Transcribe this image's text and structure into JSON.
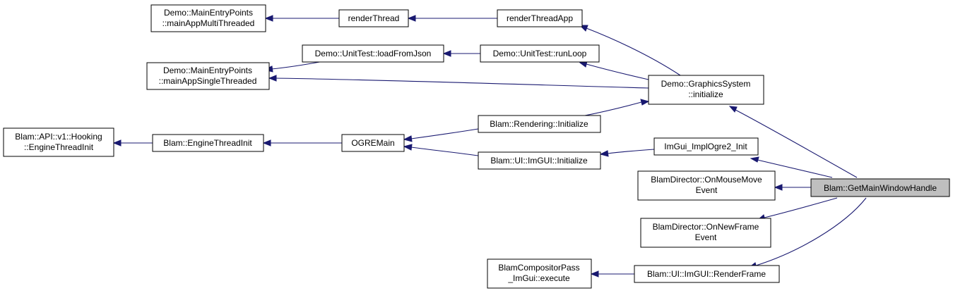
{
  "graph": {
    "colors": {
      "edge": "#191970",
      "node_border": "#000000",
      "node_fill": "#ffffff",
      "highlight_fill": "#bfbfbf"
    },
    "nodes": {
      "mainAppMultiThreaded": [
        "Demo::MainEntryPoints",
        "::mainAppMultiThreaded"
      ],
      "renderThread": [
        "renderThread"
      ],
      "renderThreadApp": [
        "renderThreadApp"
      ],
      "loadFromJson": [
        "Demo::UnitTest::loadFromJson"
      ],
      "runLoop": [
        "Demo::UnitTest::runLoop"
      ],
      "mainAppSingleThreaded": [
        "Demo::MainEntryPoints",
        "::mainAppSingleThreaded"
      ],
      "graphicsSystemInitialize": [
        "Demo::GraphicsSystem",
        "::initialize"
      ],
      "hookingEngineThreadInit": [
        "Blam::API::v1::Hooking",
        "::EngineThreadInit"
      ],
      "engineThreadInit": [
        "Blam::EngineThreadInit"
      ],
      "ogreMain": [
        "OGREMain"
      ],
      "renderingInitialize": [
        "Blam::Rendering::Initialize"
      ],
      "imguiInitialize": [
        "Blam::UI::ImGUI::Initialize"
      ],
      "imguiImplOgre2Init": [
        "ImGui_ImplOgre2_Init"
      ],
      "onMouseMoveEvent": [
        "BlamDirector::OnMouseMove",
        "Event"
      ],
      "getMainWindowHandle": [
        "Blam::GetMainWindowHandle"
      ],
      "onNewFrameEvent": [
        "BlamDirector::OnNewFrame",
        "Event"
      ],
      "compositorPassExecute": [
        "BlamCompositorPass",
        "_ImGui::execute"
      ],
      "imguiRenderFrame": [
        "Blam::UI::ImGUI::RenderFrame"
      ]
    }
  }
}
